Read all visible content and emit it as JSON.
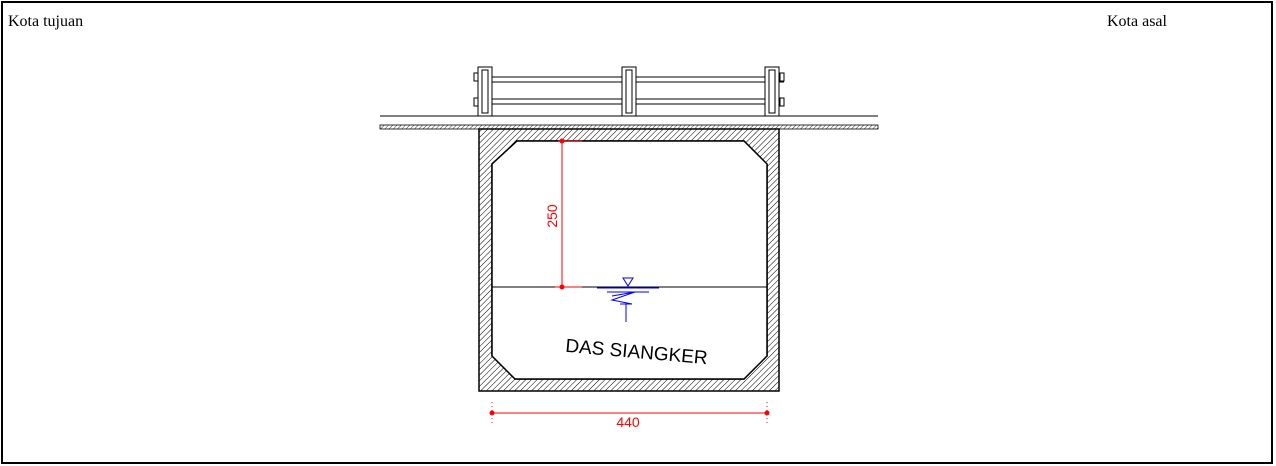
{
  "labels": {
    "left": "Kota tujuan",
    "right": "Kota asal"
  },
  "diagram": {
    "river_name": "DAS SIANGKER",
    "height_dim": "250",
    "width_dim": "440"
  },
  "colors": {
    "line": "#000000",
    "dimension": "#ff0000",
    "water_symbol": "#0000ff"
  }
}
